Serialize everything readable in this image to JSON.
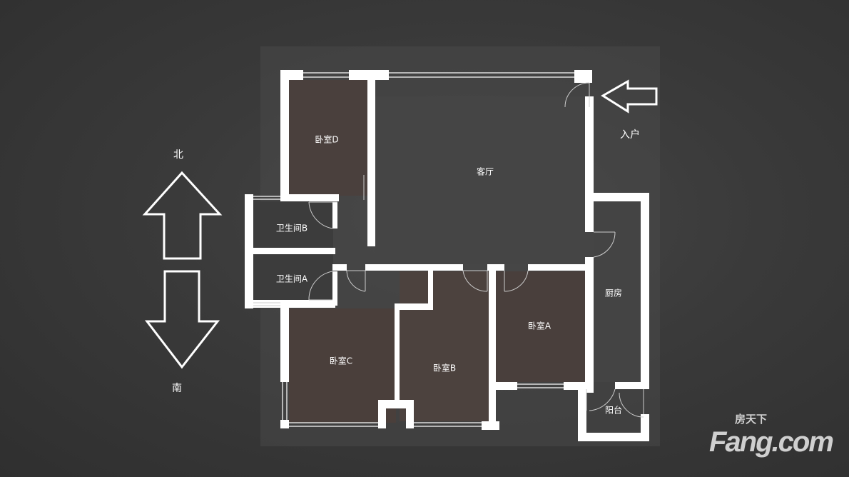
{
  "rooms": {
    "living": "客厅",
    "bedroom_a": "卧室A",
    "bedroom_b": "卧室B",
    "bedroom_c": "卧室C",
    "bedroom_d": "卧室D",
    "bathroom_a": "卫生间A",
    "bathroom_b": "卫生间B",
    "kitchen": "厨房",
    "balcony": "阳台"
  },
  "annotations": {
    "entry": "入户",
    "north": "北",
    "south": "南"
  },
  "watermark": {
    "brand_cn": "房天下",
    "brand_en": "Fang.com"
  }
}
